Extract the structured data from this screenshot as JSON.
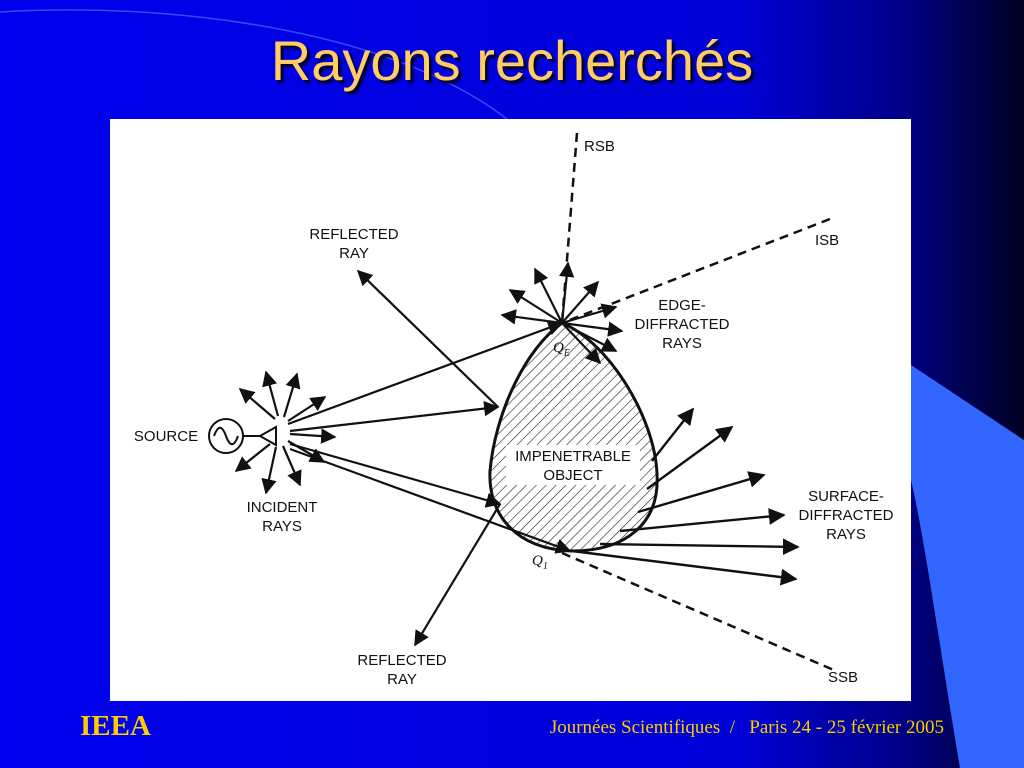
{
  "slide": {
    "title": "Rayons recherchés",
    "footer_org": "IEEA",
    "footer_event": "Journées Scientifiques  /   Paris 24 - 25 février 2005"
  },
  "diagram": {
    "rsb": "RSB",
    "isb": "ISB",
    "ssb": "SSB",
    "reflected_top": [
      "REFLECTED",
      "RAY"
    ],
    "edge_diffracted": [
      "EDGE-",
      "DIFFRACTED",
      "RAYS"
    ],
    "source": "SOURCE",
    "incident": [
      "INCIDENT",
      "RAYS"
    ],
    "object": [
      "IMPENETRABLE",
      "OBJECT"
    ],
    "surface_diffracted": [
      "SURFACE-",
      "DIFFRACTED",
      "RAYS"
    ],
    "reflected_bottom": [
      "REFLECTED",
      "RAY"
    ],
    "qe": {
      "main": "Q",
      "sub": "E"
    },
    "q1": {
      "main": "Q",
      "sub": "1"
    }
  },
  "colors": {
    "background": "#0000ee",
    "title": "#ffcc66",
    "footer": "#ffcc00",
    "accent": "#3366ff"
  }
}
